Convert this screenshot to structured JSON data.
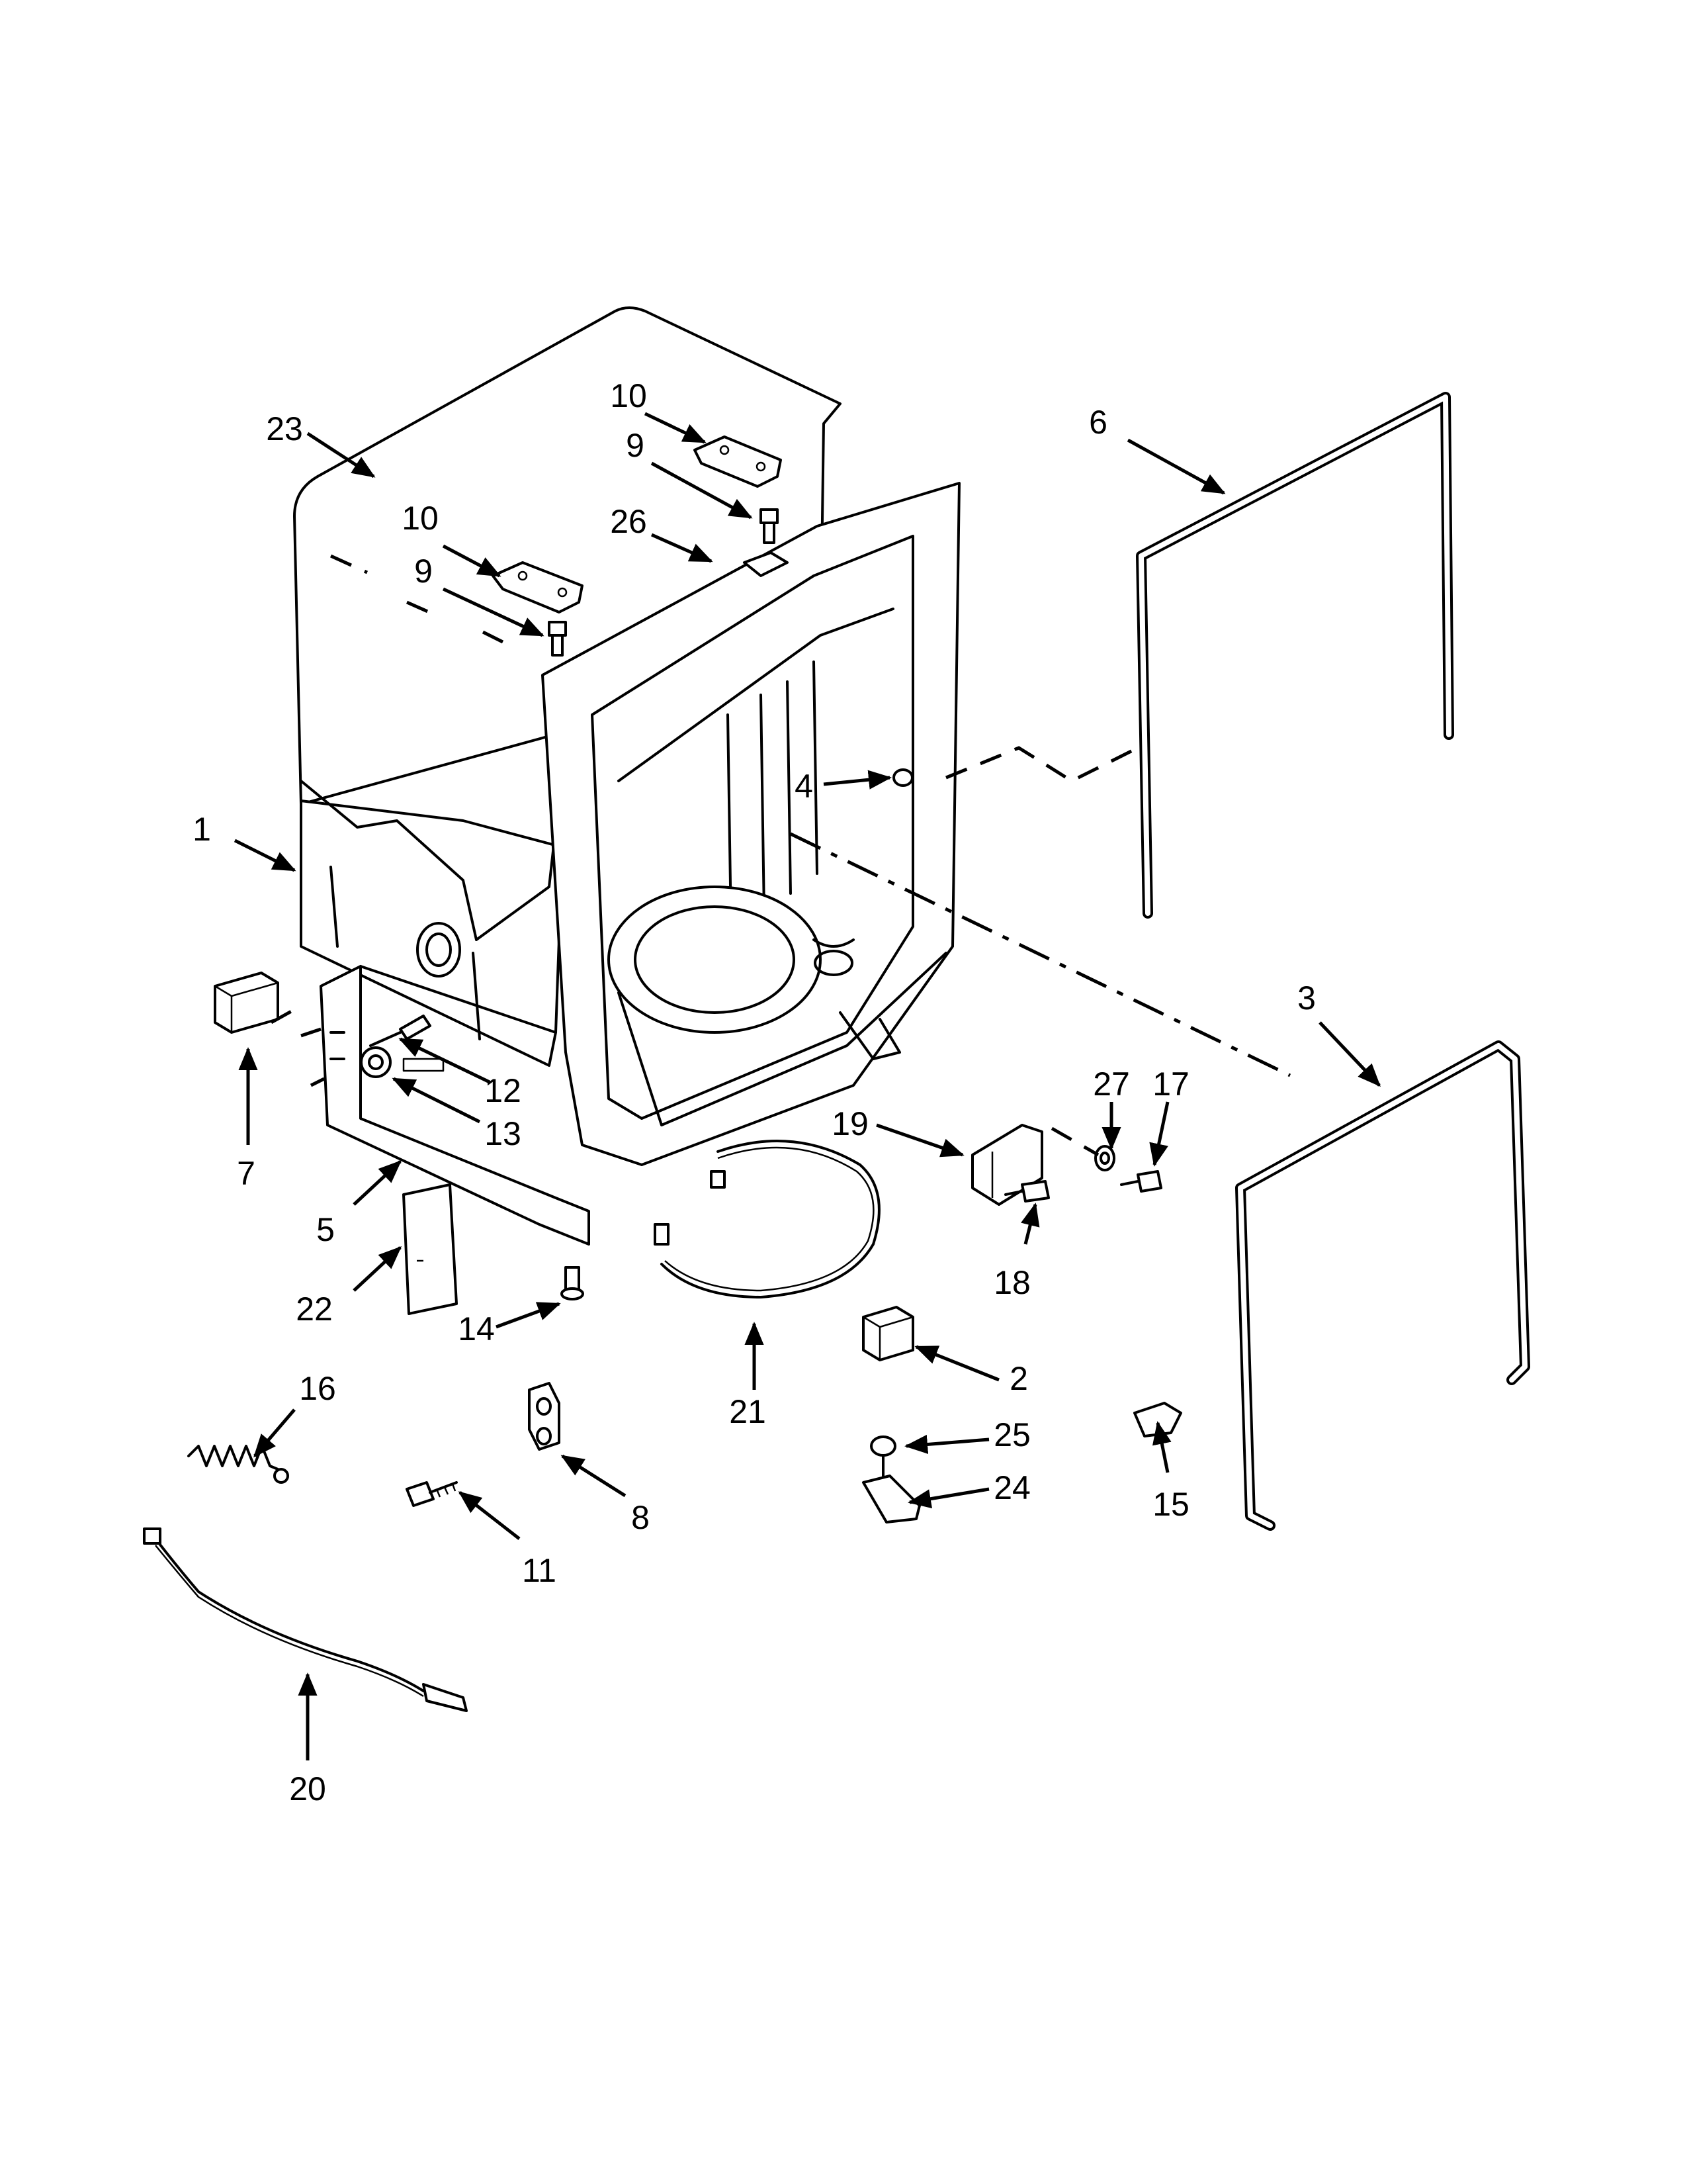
{
  "diagram": {
    "callouts": [
      {
        "id": "c1",
        "label": "1"
      },
      {
        "id": "c2",
        "label": "2"
      },
      {
        "id": "c3",
        "label": "3"
      },
      {
        "id": "c4",
        "label": "4"
      },
      {
        "id": "c5",
        "label": "5"
      },
      {
        "id": "c6",
        "label": "6"
      },
      {
        "id": "c7",
        "label": "7"
      },
      {
        "id": "c8",
        "label": "8"
      },
      {
        "id": "c9a",
        "label": "9"
      },
      {
        "id": "c9b",
        "label": "9"
      },
      {
        "id": "c10a",
        "label": "10"
      },
      {
        "id": "c10b",
        "label": "10"
      },
      {
        "id": "c11",
        "label": "11"
      },
      {
        "id": "c12",
        "label": "12"
      },
      {
        "id": "c13",
        "label": "13"
      },
      {
        "id": "c14",
        "label": "14"
      },
      {
        "id": "c15",
        "label": "15"
      },
      {
        "id": "c16",
        "label": "16"
      },
      {
        "id": "c17",
        "label": "17"
      },
      {
        "id": "c18",
        "label": "18"
      },
      {
        "id": "c19",
        "label": "19"
      },
      {
        "id": "c20",
        "label": "20"
      },
      {
        "id": "c21",
        "label": "21"
      },
      {
        "id": "c22",
        "label": "22"
      },
      {
        "id": "c23",
        "label": "23"
      },
      {
        "id": "c24",
        "label": "24"
      },
      {
        "id": "c25",
        "label": "25"
      },
      {
        "id": "c26",
        "label": "26"
      },
      {
        "id": "c27",
        "label": "27"
      }
    ]
  }
}
